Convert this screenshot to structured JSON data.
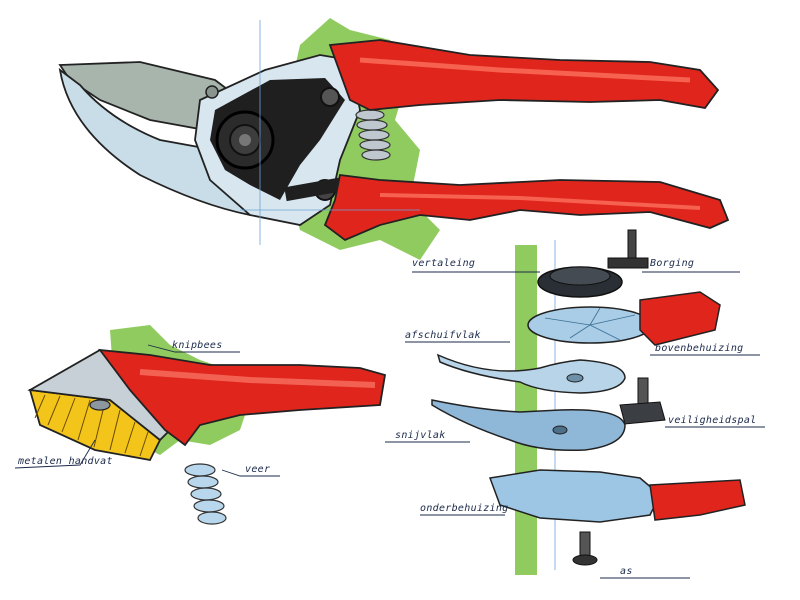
{
  "labels": {
    "vertaling": "vertaleing",
    "borging": "Borging",
    "afschuifvlak": "afschuifvlak",
    "bovenbehuizing": "bovenbehuizing",
    "veiligheidspal": "veiligheidspal",
    "snijvlak": "snijvlak",
    "onderbehuizing": "onderbehuizing",
    "as": "as",
    "knipbek": "knipbees",
    "metalen_handvat": "metalen handvat",
    "veer": "veer"
  },
  "colors": {
    "handle_red": "#e0251c",
    "handle_dark": "#a8140f",
    "marker_green": "#7cc243",
    "blade_grey": "#9fb4ad",
    "steel_blue": "#a9cde6",
    "mechanism_black": "#1d1d1d",
    "yellow_handle": "#f3c51b",
    "ink": "#1b2a4a"
  }
}
